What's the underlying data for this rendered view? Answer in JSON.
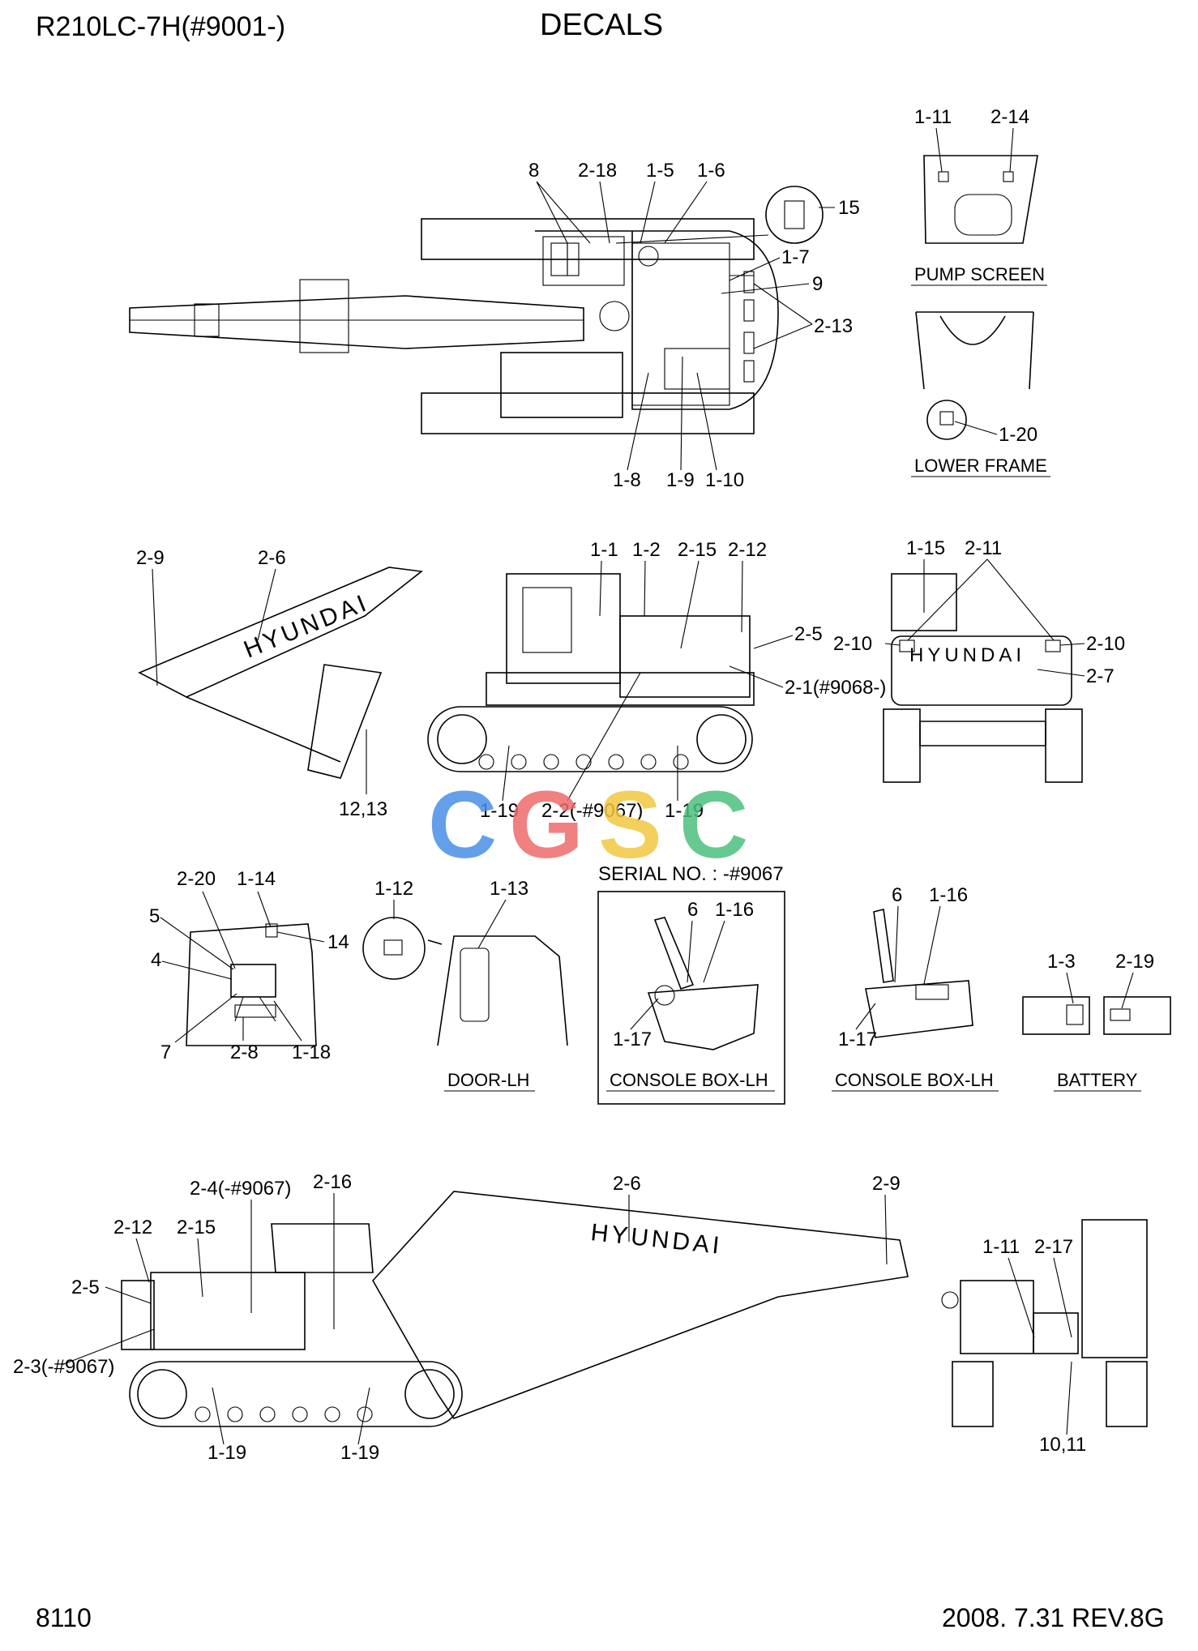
{
  "header": {
    "model": "R210LC-7H(#9001-)",
    "title": "DECALS"
  },
  "footer": {
    "page": "8110",
    "revision": "2008. 7.31  REV.8G"
  },
  "watermark": {
    "text": "CGSC",
    "colors": [
      "#4a8fe7",
      "#ef6a6a",
      "#f2c740",
      "#4cc07e"
    ]
  },
  "brand_text": "HYUNDAI",
  "views": {
    "top_view": {
      "callouts": [
        "8",
        "2-18",
        "1-5",
        "1-6",
        "15",
        "1-7",
        "9",
        "2-13",
        "1-8",
        "1-9",
        "1-10"
      ]
    },
    "pump_screen": {
      "caption": "PUMP SCREEN",
      "callouts": [
        "1-11",
        "2-14"
      ]
    },
    "lower_frame": {
      "caption": "LOWER FRAME",
      "callouts": [
        "1-20"
      ]
    },
    "side_view_lh": {
      "callouts": [
        "2-9",
        "2-6",
        "1-1",
        "1-2",
        "2-15",
        "2-12",
        "2-5",
        "2-1(#9068-)",
        "12,13",
        "1-19",
        "2-2(-#9067)",
        "1-19"
      ]
    },
    "rear_view": {
      "callouts": [
        "1-15",
        "2-11",
        "2-10",
        "2-10",
        "2-7"
      ]
    },
    "cab_interior": {
      "callouts": [
        "2-20",
        "1-14",
        "5",
        "14",
        "4",
        "7",
        "2-8",
        "1-18"
      ]
    },
    "door_lh": {
      "caption": "DOOR-LH",
      "callouts": [
        "1-12",
        "1-13"
      ]
    },
    "console_box_serial": {
      "serial_note": "SERIAL NO. : -#9067",
      "caption": "CONSOLE BOX-LH",
      "callouts": [
        "6",
        "1-16",
        "1-17"
      ]
    },
    "console_box": {
      "caption": "CONSOLE BOX-LH",
      "callouts": [
        "6",
        "1-16",
        "1-17"
      ]
    },
    "battery": {
      "caption": "BATTERY",
      "callouts": [
        "1-3",
        "2-19"
      ]
    },
    "side_view_rh": {
      "callouts": [
        "2-4(-#9067)",
        "2-16",
        "2-6",
        "2-9",
        "2-12",
        "2-15",
        "2-5",
        "2-3(-#9067)",
        "1-19",
        "1-19"
      ]
    },
    "front_view": {
      "callouts": [
        "1-11",
        "2-17",
        "10,11"
      ]
    }
  }
}
